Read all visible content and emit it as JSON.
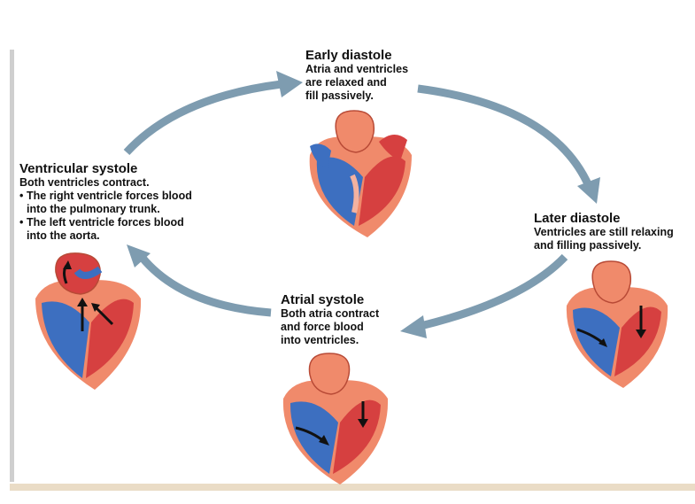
{
  "colors": {
    "arrow": "#7e9cb0",
    "heart_red": "#d64040",
    "heart_blue": "#3d6fc0",
    "heart_outer": "#f08a6b",
    "heart_pink": "#f3b2a0"
  },
  "stages": {
    "early_diastole": {
      "title": "Early diastole",
      "lines": [
        "Atria and ventricles",
        "are relaxed and",
        "fill passively."
      ]
    },
    "later_diastole": {
      "title": "Later diastole",
      "lines": [
        "Ventricles are still relaxing",
        "and filling passively."
      ]
    },
    "atrial_systole": {
      "title": "Atrial systole",
      "lines": [
        "Both atria contract",
        "and force blood",
        "into ventricles."
      ]
    },
    "ventricular_systole": {
      "title": "Ventricular systole",
      "intro": "Both ventricles contract.",
      "bullets": [
        [
          "The right ventricle forces blood",
          "into the pulmonary trunk."
        ],
        [
          "The left ventricle forces blood",
          "into the aorta."
        ]
      ]
    }
  }
}
